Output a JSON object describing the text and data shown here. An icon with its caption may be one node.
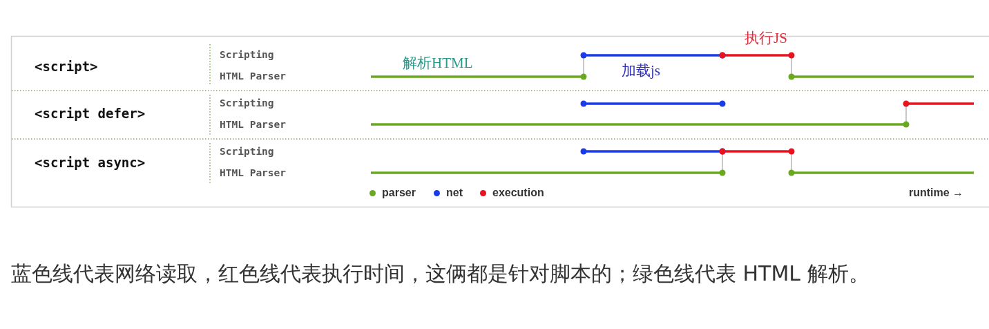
{
  "diagram": {
    "caption": "蓝色线代表网络读取，红色线代表执行时间，这俩都是针对脚本的；绿色线代表 HTML 解析。",
    "labels": [
      "执行JS",
      "<script>",
      "Scripting",
      "解析HTML",
      "HTML Parser",
      "加载js",
      "<script defer>",
      "Scripting",
      "HTML Parser",
      "<script async>",
      "Scripting",
      "HTML Parser",
      "runtime →"
    ],
    "legend": [
      {
        "text": "parser",
        "color": "#6aa820"
      },
      {
        "text": "net",
        "color": "#1a3be8"
      },
      {
        "text": "execution",
        "color": "#e8131e"
      }
    ]
  }
}
